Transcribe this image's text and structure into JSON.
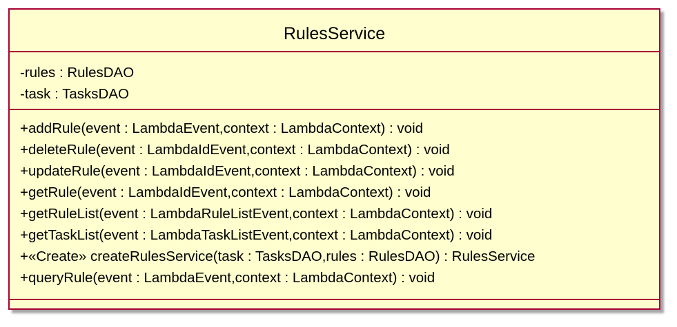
{
  "class": {
    "name": "RulesService",
    "attributes": [
      "-rules : RulesDAO",
      "-task : TasksDAO"
    ],
    "operations": [
      "+addRule(event : LambdaEvent,context : LambdaContext) : void",
      "+deleteRule(event : LambdaIdEvent,context : LambdaContext) : void",
      "+updateRule(event : LambdaIdEvent,context : LambdaContext) : void",
      "+getRule(event : LambdaIdEvent,context : LambdaContext) : void",
      "+getRuleList(event : LambdaRuleListEvent,context : LambdaContext) : void",
      "+getTaskList(event : LambdaTaskListEvent,context : LambdaContext) : void",
      "+«Create» createRulesService(task : TasksDAO,rules : RulesDAO) : RulesService",
      "+queryRule(event : LambdaEvent,context : LambdaContext) : void"
    ]
  },
  "colors": {
    "fill": "#FEFECE",
    "border": "#A80036",
    "text": "#000000"
  }
}
